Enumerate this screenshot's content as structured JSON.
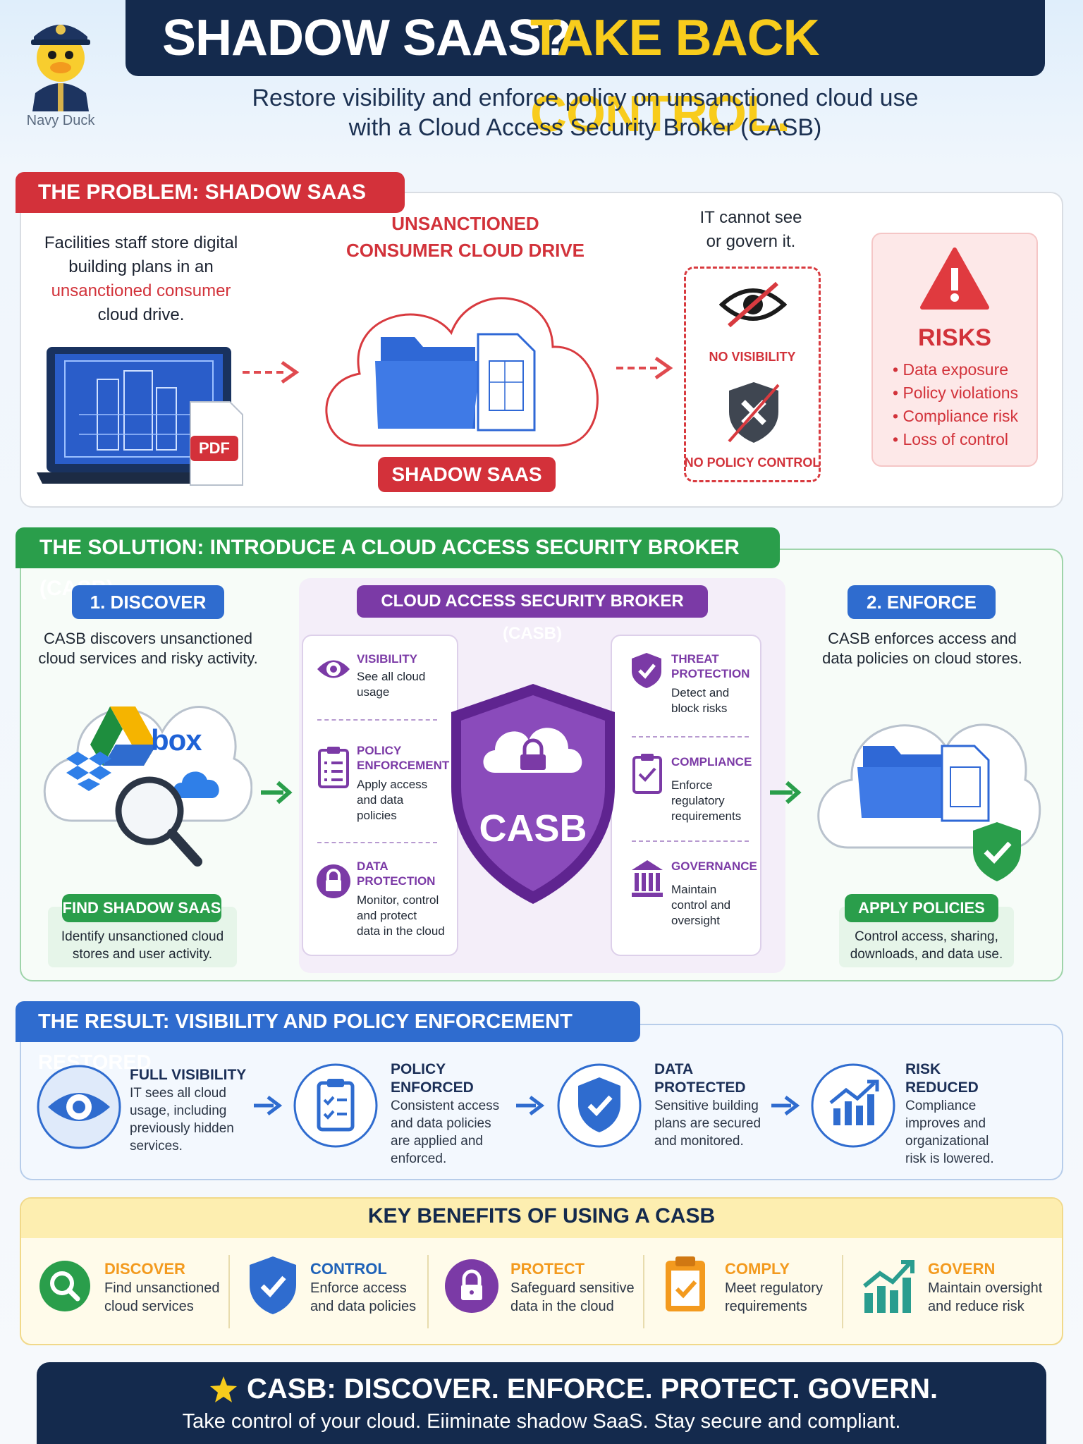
{
  "header": {
    "title_part1": "SHADOW SAAS?",
    "title_part2": "TAKE BACK CONTROL.",
    "subtitle_line1": "Restore visibility and enforce policy on unsanctioned cloud use",
    "subtitle_line2": "with a Cloud Access Security Broker (CASB)",
    "brand_name": "Navy Duck"
  },
  "problem": {
    "tag": "THE PROBLEM: SHADOW SAAS",
    "desc_line1": "Facilities staff store digital",
    "desc_line2": "building plans in an",
    "desc_line3": "unsanctioned consumer",
    "desc_line4": "cloud drive.",
    "pdf_label": "PDF",
    "cloud_title_line1": "UNSANCTIONED",
    "cloud_title_line2": "CONSUMER CLOUD DRIVE",
    "shadow_badge": "SHADOW SAAS",
    "it_line1": "IT cannot see",
    "it_line2": "or govern it.",
    "no_visibility": "NO VISIBILITY",
    "no_policy": "NO POLICY CONTROL",
    "risks_title": "RISKS",
    "risks": [
      "Data exposure",
      "Policy violations",
      "Compliance risk",
      "Loss of control"
    ]
  },
  "solution": {
    "tag": "THE SOLUTION: INTRODUCE A CLOUD ACCESS SECURITY BROKER (CASB)",
    "discover": {
      "title": "1. DISCOVER",
      "desc_line1": "CASB discovers unsanctioned",
      "desc_line2": "cloud services and risky activity.",
      "box_logo": "box",
      "find_title": "FIND SHADOW SAAS",
      "find_line1": "Identify unsanctioned cloud",
      "find_line2": "stores and user activity."
    },
    "casb": {
      "title": "CLOUD ACCESS SECURITY BROKER (CASB)",
      "shield_label": "CASB",
      "left_features": [
        {
          "h1": "VISIBILITY",
          "h2": "",
          "t1": "See all cloud",
          "t2": "usage",
          "t3": ""
        },
        {
          "h1": "POLICY",
          "h2": "ENFORCEMENT",
          "t1": "Apply access",
          "t2": "and data",
          "t3": "policies"
        },
        {
          "h1": "DATA",
          "h2": "PROTECTION",
          "t1": "Monitor, control",
          "t2": "and protect",
          "t3": "data in the cloud"
        }
      ],
      "right_features": [
        {
          "h1": "THREAT",
          "h2": "PROTECTION",
          "t1": "Detect and",
          "t2": "block risks",
          "t3": ""
        },
        {
          "h1": "COMPLIANCE",
          "h2": "",
          "t1": "Enforce",
          "t2": "regulatory",
          "t3": "requirements"
        },
        {
          "h1": "GOVERNANCE",
          "h2": "",
          "t1": "Maintain",
          "t2": "control and",
          "t3": "oversight"
        }
      ]
    },
    "enforce": {
      "title": "2. ENFORCE",
      "desc_line1": "CASB enforces access and",
      "desc_line2": "data policies on cloud stores.",
      "apply_title": "APPLY POLICIES",
      "apply_line1": "Control access, sharing,",
      "apply_line2": "downloads, and data use."
    }
  },
  "result": {
    "tag": "THE RESULT: VISIBILITY AND POLICY ENFORCEMENT RESTORED",
    "items": [
      {
        "h1": "FULL VISIBILITY",
        "h2": "",
        "lines": [
          "IT sees all cloud",
          "usage, including",
          "previously hidden",
          "services."
        ]
      },
      {
        "h1": "POLICY",
        "h2": "ENFORCED",
        "lines": [
          "Consistent access",
          "and data policies",
          "are applied and",
          "enforced."
        ]
      },
      {
        "h1": "DATA",
        "h2": "PROTECTED",
        "lines": [
          "Sensitive building",
          "plans are secured",
          "and monitored."
        ]
      },
      {
        "h1": "RISK",
        "h2": "REDUCED",
        "lines": [
          "Compliance",
          "improves and",
          "organizational",
          "risk is lowered."
        ]
      }
    ]
  },
  "benefits": {
    "title": "KEY BENEFITS OF USING A CASB",
    "items": [
      {
        "title": "DISCOVER",
        "line1": "Find unsanctioned",
        "line2": "cloud services",
        "color": "#f39a1e"
      },
      {
        "title": "CONTROL",
        "line1": "Enforce access",
        "line2": "and data policies",
        "color": "#1f62b8"
      },
      {
        "title": "PROTECT",
        "line1": "Safeguard sensitive",
        "line2": "data in the cloud",
        "color": "#f39a1e"
      },
      {
        "title": "COMPLY",
        "line1": "Meet regulatory",
        "line2": "requirements",
        "color": "#f39a1e"
      },
      {
        "title": "GOVERN",
        "line1": "Maintain oversight",
        "line2": "and reduce risk",
        "color": "#f39a1e"
      }
    ]
  },
  "footer": {
    "headline": "CASB: DISCOVER. ENFORCE. PROTECT. GOVERN.",
    "tagline": "Take control of your cloud. Eiiminate shadow SaaS. Stay secure and compliant."
  }
}
